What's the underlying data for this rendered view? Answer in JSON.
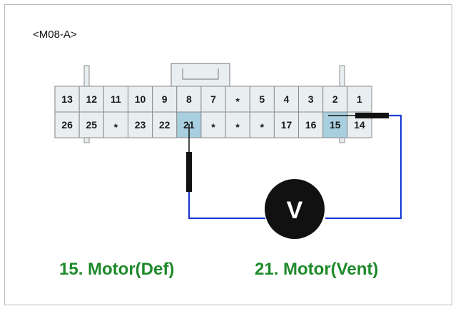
{
  "connector": {
    "label": "<M08-A>",
    "top_row": [
      "13",
      "12",
      "11",
      "10",
      "9",
      "8",
      "7",
      "*",
      "5",
      "4",
      "3",
      "2",
      "1"
    ],
    "bottom_row": [
      "26",
      "25",
      "*",
      "23",
      "22",
      "21",
      "*",
      "*",
      "*",
      "17",
      "16",
      "15",
      "14"
    ],
    "highlighted_pins": [
      "21",
      "15"
    ],
    "highlight_color": "#a8cfe0",
    "cell_color": "#e9eef0"
  },
  "meter": {
    "symbol": "V",
    "icon": "voltmeter-icon"
  },
  "wire_color": "#1a3bd1",
  "labels": {
    "left": "15. Motor(Def)",
    "right": "21. Motor(Vent)",
    "color": "#1e8a2a"
  }
}
